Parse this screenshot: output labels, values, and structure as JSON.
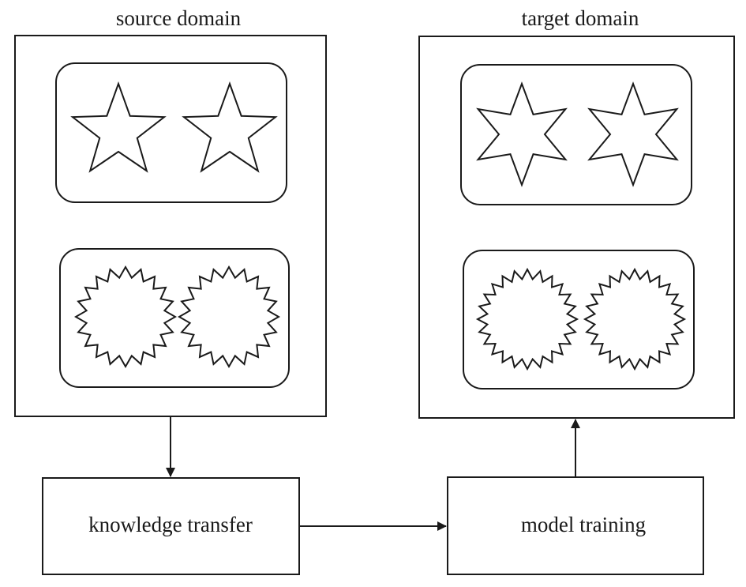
{
  "source_domain": {
    "title": "source domain",
    "groups": [
      {
        "shape": "five-point-star-icon",
        "count": 2
      },
      {
        "shape": "sunburst-icon",
        "count": 2
      }
    ]
  },
  "target_domain": {
    "title": "target domain",
    "groups": [
      {
        "shape": "six-point-star-icon",
        "count": 2
      },
      {
        "shape": "sunburst-icon",
        "count": 2
      }
    ]
  },
  "process": {
    "knowledge_transfer": "knowledge transfer",
    "model_training": "model training"
  },
  "colors": {
    "stroke": "#1a1a1a",
    "fill": "#ffffff"
  }
}
